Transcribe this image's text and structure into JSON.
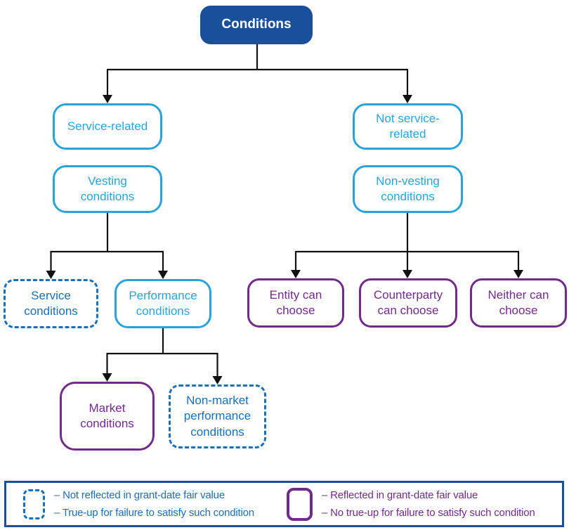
{
  "colors": {
    "dark_blue": "#1A4F9C",
    "light_blue": "#29A3DC",
    "mid_blue": "#1C6FB7",
    "purple": "#722B8A",
    "line": "#111111"
  },
  "nodes": {
    "root": {
      "label": "Conditions"
    },
    "service_related": {
      "label": "Service-related"
    },
    "not_service_related": {
      "label": "Not service-\nrelated"
    },
    "vesting": {
      "label": "Vesting\nconditions"
    },
    "non_vesting": {
      "label": "Non-vesting\nconditions"
    },
    "service_conditions": {
      "label": "Service\nconditions"
    },
    "performance_conditions": {
      "label": "Performance\nconditions"
    },
    "entity_can_choose": {
      "label": "Entity can\nchoose"
    },
    "counterparty_can_choose": {
      "label": "Counterparty\ncan choose"
    },
    "neither_can_choose": {
      "label": "Neither can\nchoose"
    },
    "market_conditions": {
      "label": "Market\nconditions"
    },
    "non_market_performance_conditions": {
      "label": "Non-market\nperformance\nconditions"
    }
  },
  "legend": {
    "dashed": {
      "line1": "– Not reflected in grant-date fair value",
      "line2": "– True-up for failure to satisfy such condition"
    },
    "solid": {
      "line1": "– Reflected in grant-date fair value",
      "line2": "– No true-up for failure to satisfy such condition"
    }
  }
}
